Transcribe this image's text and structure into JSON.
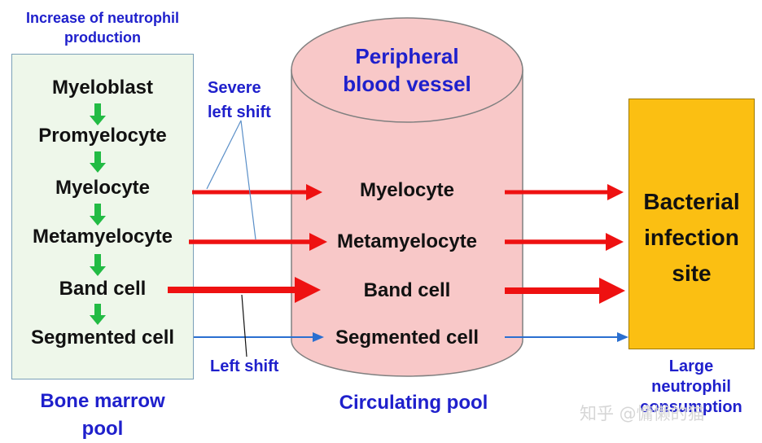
{
  "header_note": {
    "line1": "Increase of neutrophil",
    "line2": "production"
  },
  "bone_marrow": {
    "stages": [
      "Myeloblast",
      "Promyelocyte",
      "Myelocyte",
      "Metamyelocyte",
      "Band cell",
      "Segmented cell"
    ],
    "pool_label": {
      "line1": "Bone marrow",
      "line2": "pool"
    }
  },
  "vessel": {
    "title": {
      "line1": "Peripheral",
      "line2": "blood vessel"
    },
    "cells": [
      "Myelocyte",
      "Metamyelocyte",
      "Band cell",
      "Segmented cell"
    ],
    "pool_label": "Circulating pool"
  },
  "annotations": {
    "severe_left_shift": {
      "line1": "Severe",
      "line2": "left shift"
    },
    "left_shift": "Left shift"
  },
  "infection_site": {
    "line1": "Bacterial",
    "line2": "infection",
    "line3": "site"
  },
  "consumption": {
    "line1": "Large",
    "line2": "neutrophil",
    "line3": "consumption"
  },
  "watermark": "知乎 @慵懒的猫",
  "colors": {
    "red_arrow": "#ee1111",
    "blue_arrow": "#2a6fd0",
    "green_arrow": "#22bb44",
    "label_blue": "#1f20cc",
    "vessel_fill": "#f8c8c8",
    "infection_fill": "#fbbf12",
    "marrow_fill": "#eef7ea"
  }
}
